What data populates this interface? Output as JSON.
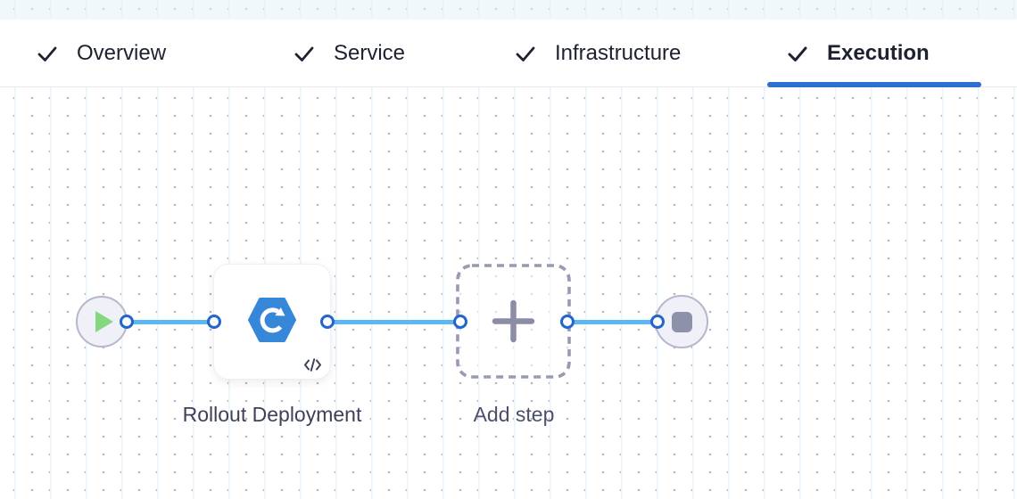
{
  "tab_bar": {
    "items": [
      {
        "label": "Overview",
        "state": "completed"
      },
      {
        "label": "Service",
        "state": "completed"
      },
      {
        "label": "Infrastructure",
        "state": "completed"
      },
      {
        "label": "Execution",
        "state": "completed-active"
      }
    ],
    "active_tab": "Execution"
  },
  "pipeline": {
    "start_node": {
      "kind": "start",
      "icon": "play-icon"
    },
    "steps": [
      {
        "label": "Rollout Deployment",
        "icon": "rollout-deployment-hexagon-icon",
        "badge_icon": "code-icon"
      }
    ],
    "add_step": {
      "label": "Add step",
      "icon": "plus-icon"
    },
    "end_node": {
      "kind": "stop",
      "icon": "stop-icon"
    }
  },
  "colors": {
    "accent_blue": "#2e6fd2",
    "connector_blue": "#5bb8f2",
    "port_border_blue": "#2265cc",
    "step_icon_blue": "#3787d9",
    "play_green": "#85d87f",
    "node_gray": "#8e91aa",
    "dashed_gray": "#989bb0",
    "label_dark": "#3e4157",
    "tab_text": "#1d2130",
    "canvas_dot": "#b5b9c5"
  }
}
